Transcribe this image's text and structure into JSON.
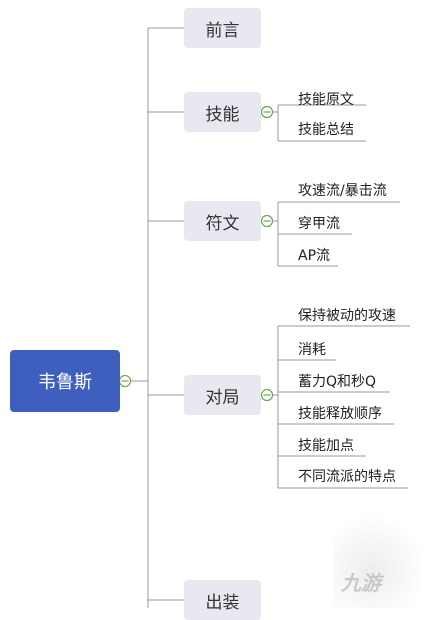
{
  "root": {
    "label": "韦鲁斯"
  },
  "branches": [
    {
      "label": "前言",
      "children": []
    },
    {
      "label": "技能",
      "children": [
        "技能原文",
        "技能总结"
      ]
    },
    {
      "label": "符文",
      "children": [
        "攻速流/暴击流",
        "穿甲流",
        "AP流"
      ]
    },
    {
      "label": "对局",
      "children": [
        "保持被动的攻速",
        "消耗",
        "蓄力Q和秒Q",
        "技能释放顺序",
        "技能加点",
        "不同流派的特点"
      ]
    },
    {
      "label": "出装",
      "children": []
    }
  ],
  "watermark": {
    "text": "九游"
  },
  "colors": {
    "root": "#3f5fbf",
    "branch_bg": "#e8e8f1",
    "line": "#9a9a9a",
    "collapse": "#6aa84f"
  }
}
